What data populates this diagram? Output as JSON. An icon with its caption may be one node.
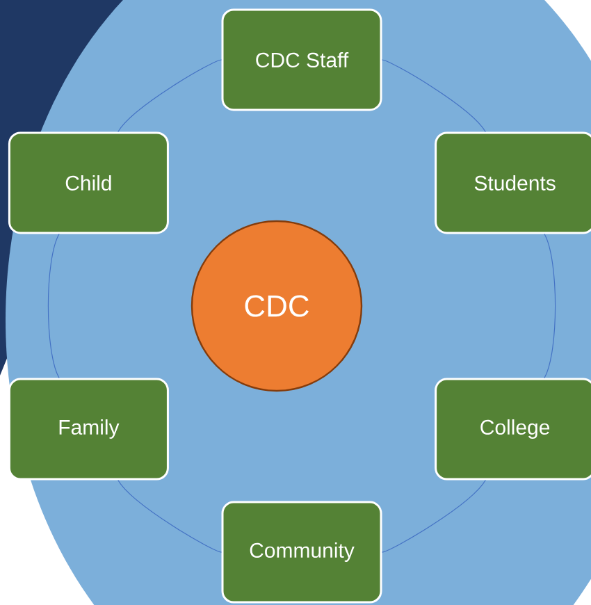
{
  "diagram": {
    "nodes": [
      {
        "text": [
          "CDC Staff"
        ]
      },
      {
        "text": [
          "Child"
        ]
      },
      {
        "text": [
          "Students"
        ]
      },
      {
        "text": [
          "CDC"
        ]
      },
      {
        "text": [
          "Family"
        ]
      },
      {
        "text": [
          "College"
        ]
      },
      {
        "text": [
          "Community"
        ]
      }
    ],
    "edges": [
      {
        "from": 0,
        "to": 2,
        "arrow": "none"
      },
      {
        "from": 2,
        "to": 5,
        "arrow": "none"
      },
      {
        "from": 5,
        "to": 6,
        "arrow": "none"
      },
      {
        "from": 6,
        "to": 4,
        "arrow": "none"
      },
      {
        "from": 4,
        "to": 1,
        "arrow": "none"
      },
      {
        "from": 1,
        "to": 0,
        "arrow": "none"
      }
    ]
  }
}
